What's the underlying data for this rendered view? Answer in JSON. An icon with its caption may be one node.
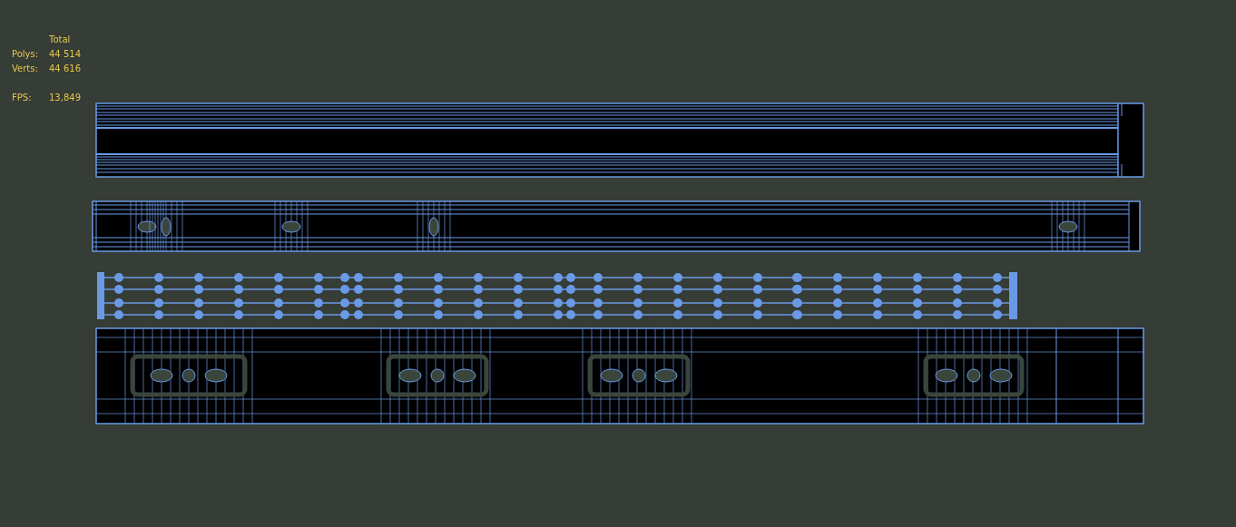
{
  "diagram": {
    "labels": [
      "Total",
      "Polys:",
      "44 514",
      "Verts:",
      "44 616",
      "FPS:",
      "13,849"
    ]
  }
}
